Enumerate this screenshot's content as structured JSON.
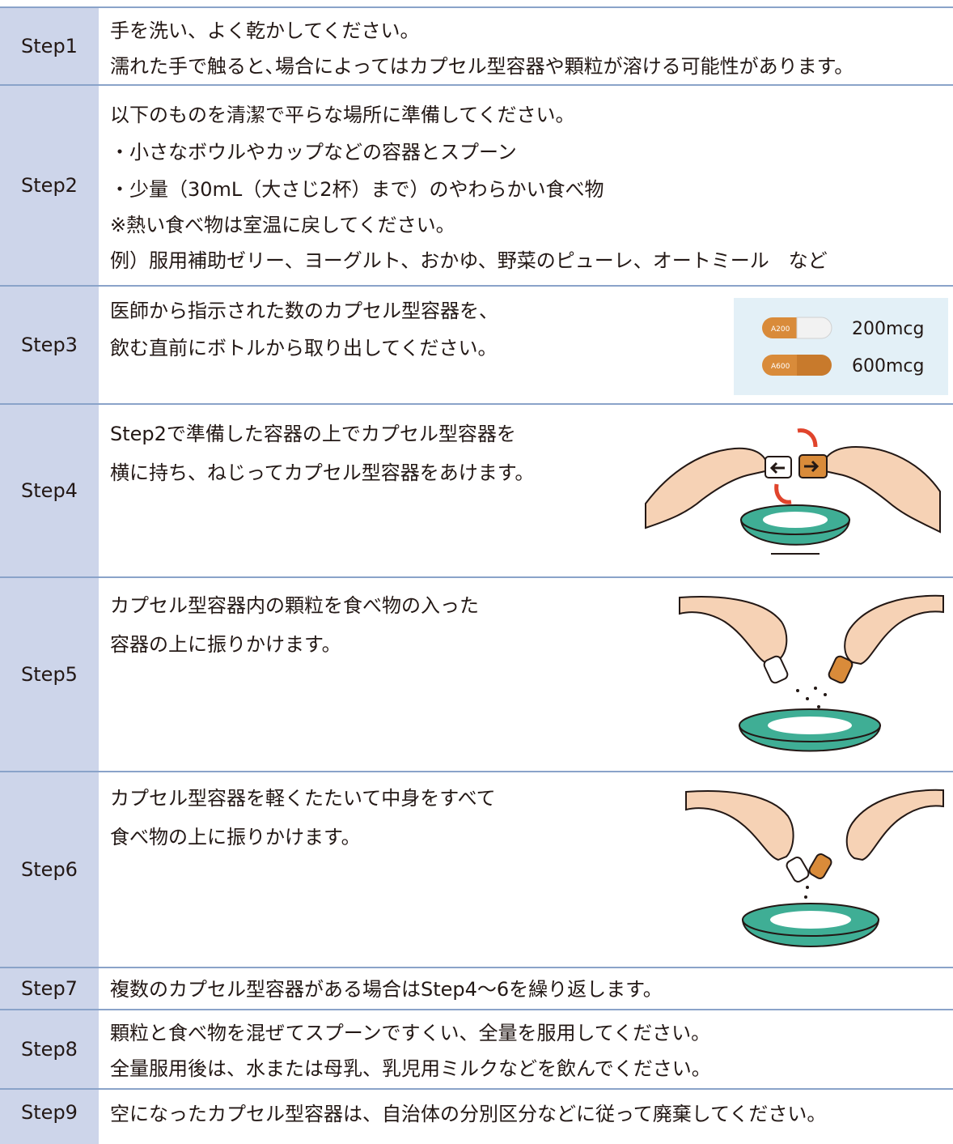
{
  "steps": [
    {
      "label": "Step1",
      "lines": [
        "手を洗い、よく乾かしてください。",
        "濡れた手で触ると､場合によってはカプセル型容器や顆粒が溶ける可能性があります。"
      ]
    },
    {
      "label": "Step2",
      "lines": [
        "以下のものを清潔で平らな場所に準備してください。",
        "・小さなボウルやカップなどの容器とスプーン",
        "・少量（30mL（大さじ2杯）まで）のやわらかい食べ物",
        "※熱い食べ物は室温に戻してください。",
        "例）服用補助ゼリー、ヨーグルト、おかゆ、野菜のピューレ、オートミール　など"
      ]
    },
    {
      "label": "Step3",
      "lines": [
        "医師から指示された数のカプセル型容器を、",
        "飲む直前にボトルから取り出してください。"
      ]
    },
    {
      "label": "Step4",
      "lines": [
        "Step2で準備した容器の上でカプセル型容器を",
        "横に持ち、ねじってカプセル型容器をあけます。"
      ]
    },
    {
      "label": "Step5",
      "lines": [
        "カプセル型容器内の顆粒を食べ物の入った",
        "容器の上に振りかけます。"
      ]
    },
    {
      "label": "Step6",
      "lines": [
        "カプセル型容器を軽くたたいて中身をすべて",
        "食べ物の上に振りかけます。"
      ]
    },
    {
      "label": "Step7",
      "lines": [
        "複数のカプセル型容器がある場合はStep4～6を繰り返します。"
      ]
    },
    {
      "label": "Step8",
      "lines": [
        "顆粒と食べ物を混ぜてスプーンですくい、全量を服用してください。",
        "全量服用後は、水または母乳、乳児用ミルクなどを飲んでください。"
      ]
    },
    {
      "label": "Step9",
      "lines": [
        "空になったカプセル型容器は、自治体の分別区分などに従って廃棄してください。"
      ]
    }
  ],
  "capsules": [
    {
      "imprint": "A200",
      "dose": "200mcg",
      "cap_color": "#d98b3a",
      "body_color": "#f2f2f2"
    },
    {
      "imprint": "A600",
      "dose": "600mcg",
      "cap_color": "#d98b3a",
      "body_color": "#d98b3a"
    }
  ],
  "colors": {
    "label_bg": "#cdd5ea",
    "rule": "#8aa3c9",
    "bowl": "#3fae95",
    "skin": "#f6d2b5"
  }
}
